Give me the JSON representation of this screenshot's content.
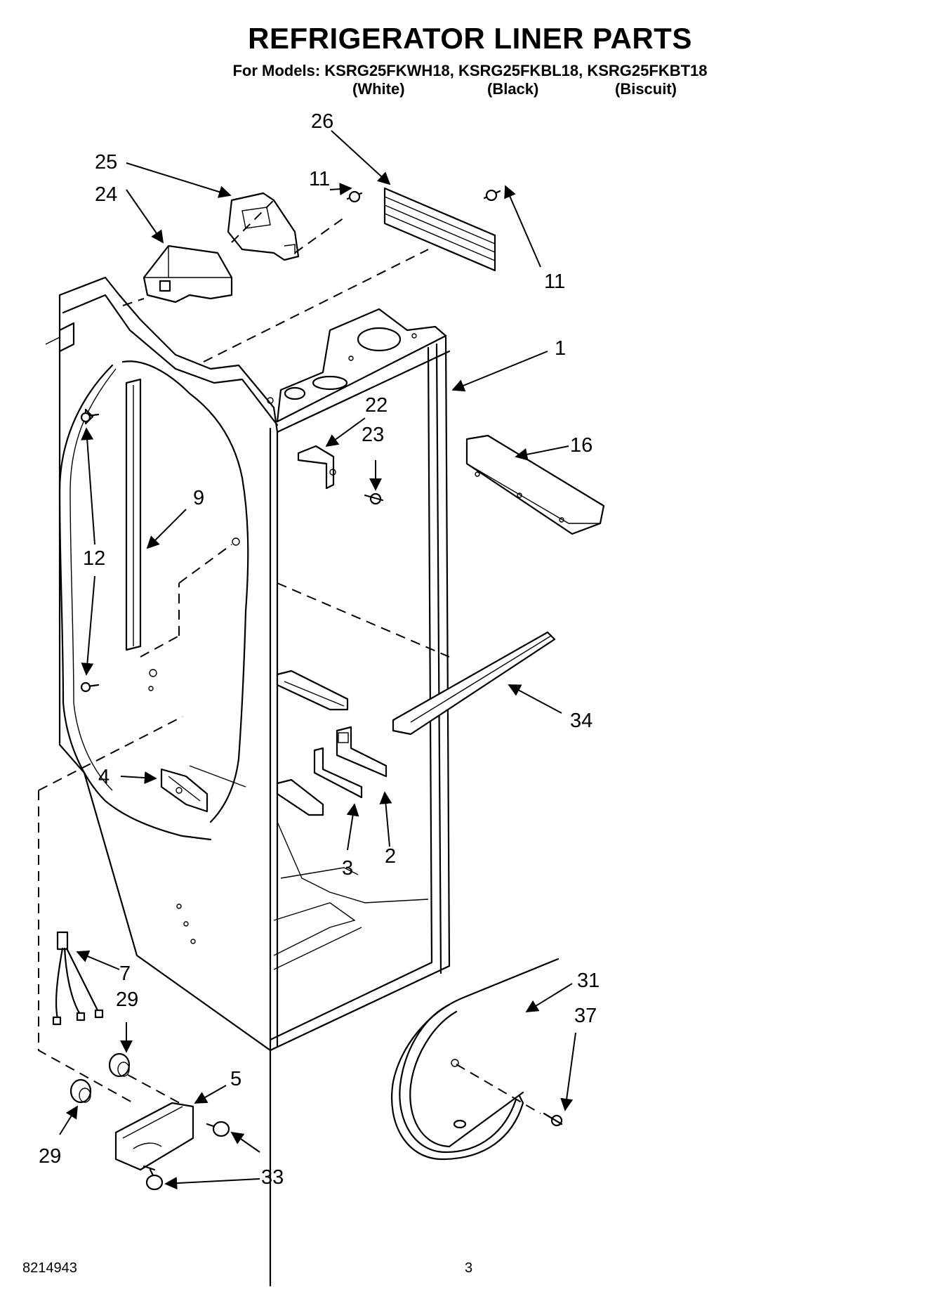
{
  "header": {
    "title": "REFRIGERATOR LINER PARTS",
    "models_line": "For Models: KSRG25FKWH18, KSRG25FKBL18, KSRG25FKBT18",
    "colors": [
      "(White)",
      "(Black)",
      "(Biscuit)"
    ]
  },
  "callouts": {
    "c26": "26",
    "c25": "25",
    "c24": "24",
    "c11a": "11",
    "c11b": "11",
    "c1": "1",
    "c22": "22",
    "c23": "23",
    "c16": "16",
    "c9": "9",
    "c12": "12",
    "c34": "34",
    "c4": "4",
    "c3": "3",
    "c2": "2",
    "c7": "7",
    "c29a": "29",
    "c29b": "29",
    "c5": "5",
    "c31": "31",
    "c37": "37",
    "c33": "33"
  },
  "footer": {
    "doc_number": "8214943",
    "page_number": "3"
  }
}
